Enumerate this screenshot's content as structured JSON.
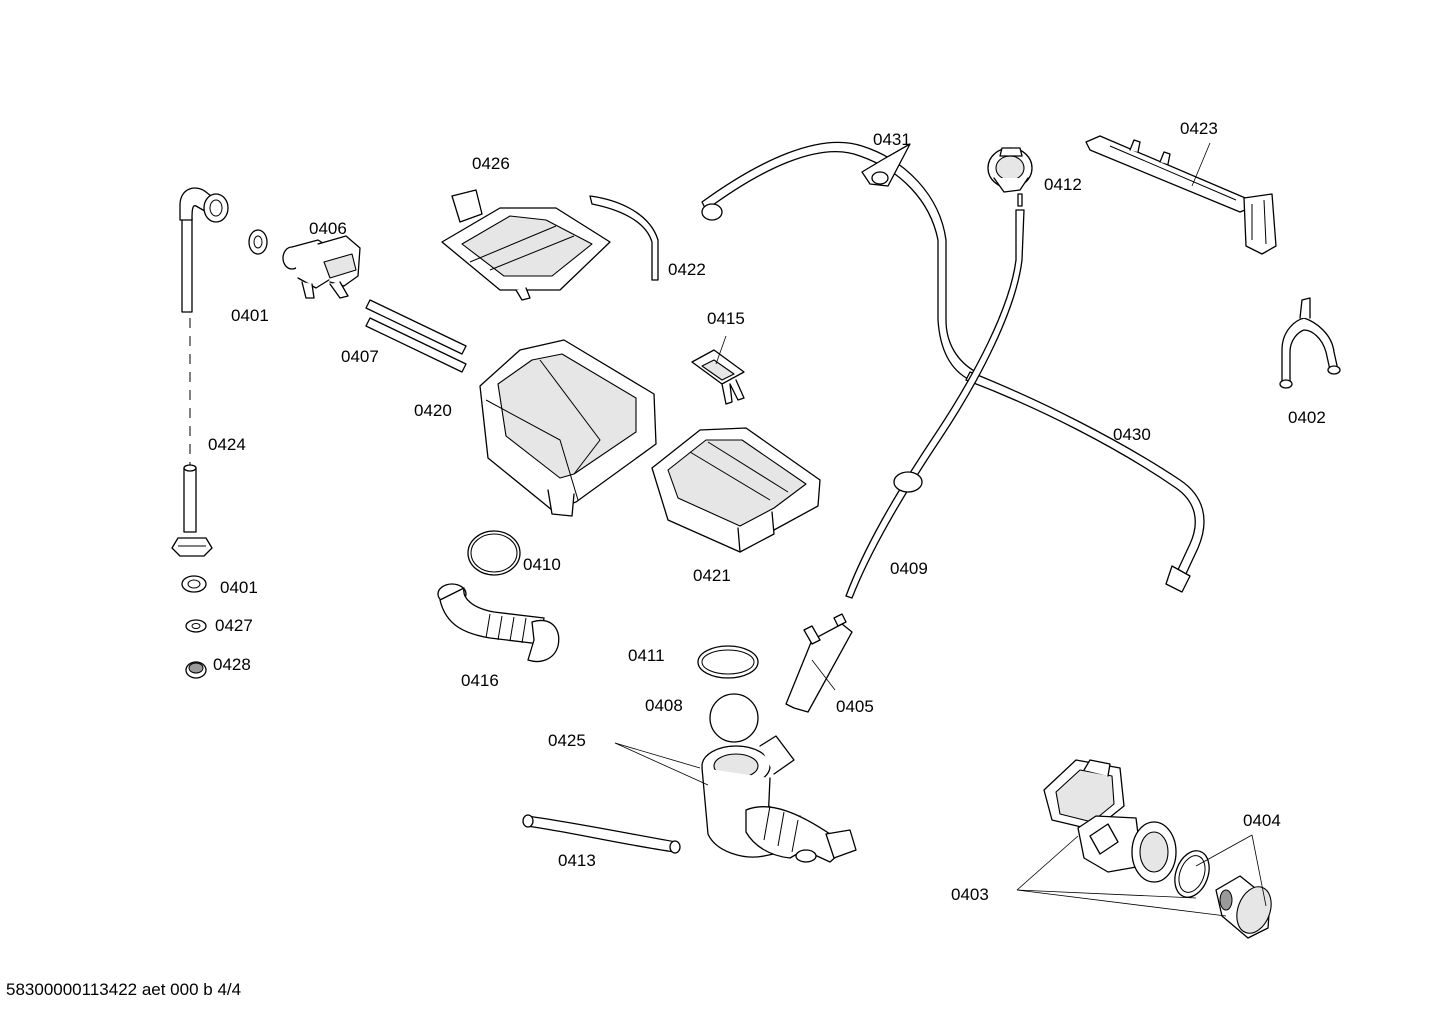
{
  "footer": {
    "document_code": "58300000113422 aet 000 b 4/4"
  },
  "parts": {
    "p0401a": "0401",
    "p0401b": "0401",
    "p0402": "0402",
    "p0403": "0403",
    "p0404": "0404",
    "p0405": "0405",
    "p0406": "0406",
    "p0407": "0407",
    "p0408": "0408",
    "p0409": "0409",
    "p0410": "0410",
    "p0411": "0411",
    "p0412": "0412",
    "p0413": "0413",
    "p0415": "0415",
    "p0416": "0416",
    "p0420": "0420",
    "p0421": "0421",
    "p0422": "0422",
    "p0423": "0423",
    "p0424": "0424",
    "p0425": "0425",
    "p0426": "0426",
    "p0427": "0427",
    "p0428": "0428",
    "p0430": "0430",
    "p0431": "0431"
  }
}
